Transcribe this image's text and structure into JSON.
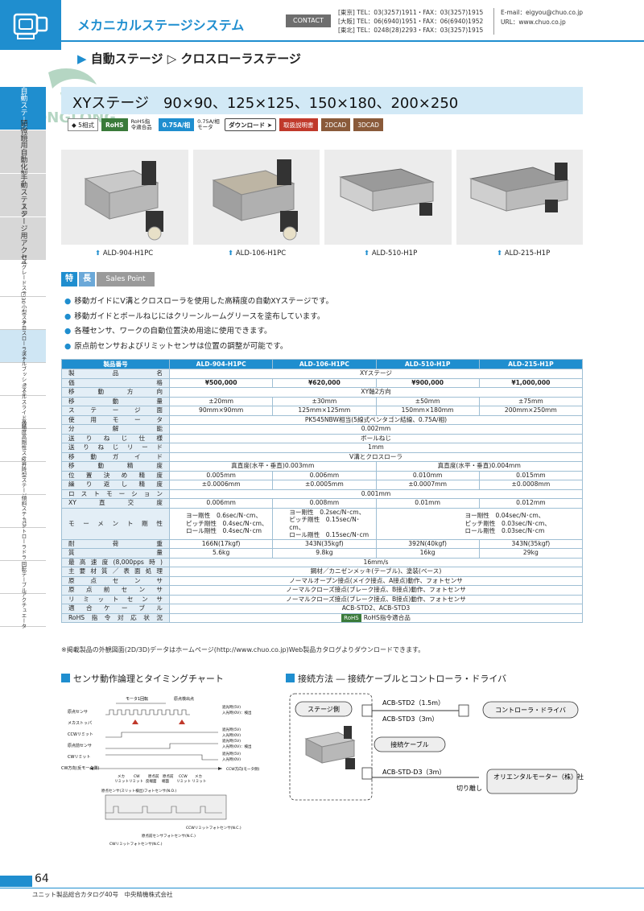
{
  "header": {
    "title": "メカニカルステージシステム",
    "contact": "CONTACT",
    "tel": [
      "[東京] TEL：03(3257)1911・FAX：03(3257)1915",
      "[大阪] TEL：06(6940)1951・FAX：06(6940)1952",
      "[東北] TEL：0248(28)2293・FAX：03(3257)1915"
    ],
    "email": "E-mail：eigyou@chuo.co.jp",
    "url": "URL：www.chuo.co.jp"
  },
  "breadcrumb": {
    "a": "自動ステージ",
    "b": "クロスローラステージ"
  },
  "side_tabs": [
    "自動ステージ",
    "顕微鏡用自動化製品",
    "手動ステージ",
    "ステージ用アクセサリ"
  ],
  "sub_tabs": [
    "ハイグレードステージ",
    "□30小型ステージ",
    "クロスローラステージ",
    "ボールブッシュステージ",
    "ボールスライドステージ",
    "高精度高剛性ステージ",
    "Z昇降型ステージ",
    "傾斜ステージ",
    "コントローラドライバ",
    "回転テーブル",
    "アクチュエータ"
  ],
  "page_title": "XYステージ　90×90、125×125、150×180、200×250",
  "badges": {
    "b1": "◆",
    "b2": "5相式",
    "rohs": "RoHS",
    "rohs_text": "RoHS指令適合品",
    "current": "0.75A/相",
    "motor": "0.75A/相モータ",
    "download": "ダウンロード",
    "manual": "取扱説明書",
    "cad2": "2DCAD",
    "cad3": "3DCAD"
  },
  "products": [
    "ALD-904-H1PC",
    "ALD-106-H1PC",
    "ALD-510-H1P",
    "ALD-215-H1P"
  ],
  "features": {
    "tag1": "特",
    "tag2": "長",
    "tag3": "Sales Point",
    "items": [
      "移動ガイドにV溝とクロスローラを使用した高精度の自動XYステージです。",
      "移動ガイドとボールねじにはクリーンルームグリースを塗布しています。",
      "各種センサ、ワークの自動位置決め用途に使用できます。",
      "原点前センサおよびリミットセンサは位置の調整が可能です。"
    ]
  },
  "spec": {
    "head": [
      "製品番号",
      "ALD-904-H1PC",
      "ALD-106-H1PC",
      "ALD-510-H1P",
      "ALD-215-H1P"
    ],
    "rows": {
      "name": [
        "製品名",
        "XYステージ"
      ],
      "price": [
        "価格",
        "¥500,000",
        "¥620,000",
        "¥900,000",
        "¥1,000,000"
      ],
      "dir": [
        "移動方向",
        "XY軸2方向"
      ],
      "travel": [
        "移動量",
        "±20mm",
        "±30mm",
        "±50mm",
        "±75mm"
      ],
      "stage": [
        "ステージ面",
        "90mm×90mm",
        "125mm×125mm",
        "150mm×180mm",
        "200mm×250mm"
      ],
      "motor": [
        "使用モータ",
        "PK545NBW相当(5線式ペンタゴン結線、0.75A/相)"
      ],
      "res": [
        "分解能",
        "0.002mm"
      ],
      "screw": [
        "送りねじ仕様",
        "ボールねじ"
      ],
      "lead": [
        "送りねじリード",
        "1mm"
      ],
      "guide": [
        "移動ガイド",
        "V溝とクロスローラ"
      ],
      "acc": [
        "移動精度",
        "真直度(水平・垂直)0.003mm",
        "真直度(水平・垂直)0.004mm"
      ],
      "pos": [
        "位置決め精度",
        "0.005mm",
        "0.006mm",
        "0.010mm",
        "0.015mm"
      ],
      "rep": [
        "繰り返し精度",
        "±0.0006mm",
        "±0.0005mm",
        "±0.0007mm",
        "±0.0008mm"
      ],
      "lost": [
        "ロストモーション",
        "0.001mm"
      ],
      "ortho": [
        "XY直交度",
        "0.006mm",
        "0.008mm",
        "0.01mm",
        "0.012mm"
      ],
      "moment": [
        "モーメント剛性",
        "ヨー剛性　0.6sec/N･cm、\nピッチ剛性　0.4sec/N･cm、\nロール剛性　0.4sec/N･cm",
        "ヨー剛性　0.2sec/N･cm、\nピッチ剛性　0.15sec/N･cm、\nロール剛性　0.15sec/N･cm",
        "ヨー剛性　0.04sec/N･cm、\nピッチ剛性　0.03sec/N･cm、\nロール剛性　0.03sec/N･cm"
      ],
      "load": [
        "耐荷重",
        "166N(17kgf)",
        "343N(35kgf)",
        "392N(40kgf)",
        "343N(35kgf)"
      ],
      "mass": [
        "質量",
        "5.6kg",
        "9.8kg",
        "16kg",
        "29kg"
      ],
      "speed": [
        "最高速度(8,000pps時)",
        "16mm/s"
      ],
      "mat": [
        "主要材質／表面処理",
        "鋼材／カニゼンメッキ(テーブル)、塗装(ベース)"
      ],
      "origin": [
        "原点センサ",
        "ノーマルオープン接点(メイク接点、A接点)動作、フォトセンサ"
      ],
      "pre": [
        "原点前センサ",
        "ノーマルクローズ接点(ブレーク接点、B接点)動作、フォトセンサ"
      ],
      "limit": [
        "リミットセンサ",
        "ノーマルクローズ接点(ブレーク接点、B接点)動作、フォトセンサ"
      ],
      "cable": [
        "適合ケーブル",
        "ACB-STD2、ACB-STD3"
      ],
      "rohs": [
        "RoHS指令対応状況",
        "RoHS",
        "RoHS指令適合品"
      ]
    }
  },
  "note": "※掲載製品の外観図面(2D/3D)データはホームページ(http://www.chuo.co.jp)Web製品カタログよりダウンロードできます。",
  "timing": {
    "title": "センサ動作論理とタイミングチャート",
    "top": [
      "モータ1回転",
      "原点検出点"
    ],
    "signals": [
      "原点センサ",
      "メカストッパ",
      "CCWリミット",
      "原点前センサ",
      "CWリミット",
      "CW方向(反モータ側)"
    ],
    "right": [
      "遮光時(5V)",
      "入光時(0V)：検出",
      "遮光時(5V)",
      "入光時(0V)",
      "遮光時(5V)",
      "入光時(0V)：検出",
      "遮光時(5V)",
      "入光時(0V)",
      "CCW方向(モータ側)"
    ],
    "bottom": [
      "メカ",
      "CW",
      "原点前",
      "原点前",
      "CCW",
      "メカ",
      "リミットリミット",
      "反端面",
      "端面",
      "リミット リミット"
    ],
    "sensors": [
      "原点センサ(スリット検出)フォトセンサ(N.O.)",
      "CCWリミットフォトセンサ(N.C.)",
      "原点前センサフォトセンサ(N.C.)",
      "CWリミットフォトセンサ(N.C.)"
    ]
  },
  "connection": {
    "title": "接続方法 ― 接続ケーブルとコントローラ・ドライバ",
    "stage": "ステージ側",
    "cable1": "ACB-STD2（1.5m）",
    "cable2": "ACB-STD3（3m）",
    "controller": "コントローラ・ドライバ",
    "conn_cable": "接続ケーブル",
    "cable3": "ACB-STD-D3（3m）",
    "cut": "切り離し",
    "oriental": "オリエンタルモーター（株）社製のドライバなど"
  },
  "footer": {
    "page": "64",
    "catalog": "ユニット製品総合カタログ40号　中央精機株式会社"
  }
}
